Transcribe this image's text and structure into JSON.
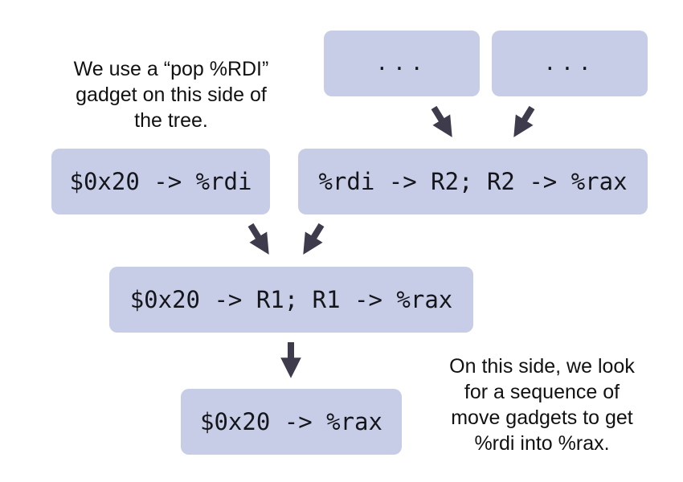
{
  "diagram": {
    "boxes": {
      "top_left_dots": "...",
      "top_right_dots": "...",
      "rdi_box": "$0x20 -> %rdi",
      "r2_box": "%rdi -> R2; R2 -> %rax",
      "r1_box": "$0x20 -> R1; R1 -> %rax",
      "rax_box": "$0x20 -> %rax"
    },
    "notes": {
      "left_note": "We use a “pop %RDI”\ngadget on this side of\nthe tree.",
      "right_note": "On this side, we look\nfor a sequence of\nmove gadgets to get\n%rdi into %rax."
    },
    "colors": {
      "box_fill": "#c7cde6",
      "arrow": "#3d3b4c",
      "text": "#15161c"
    }
  }
}
